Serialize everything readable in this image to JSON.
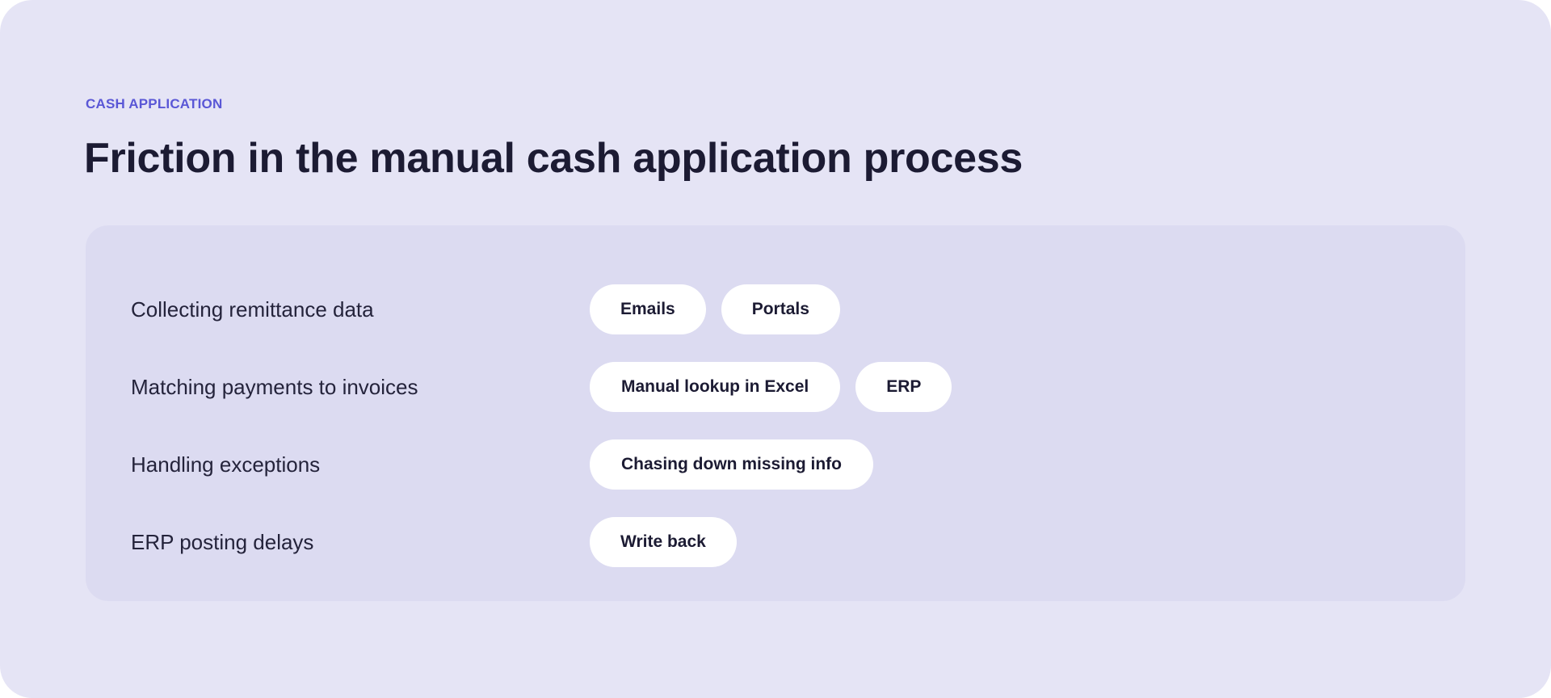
{
  "header": {
    "eyebrow": "CASH APPLICATION",
    "title": "Friction in the manual cash application process"
  },
  "rows": [
    {
      "label": "Collecting remittance data",
      "chips": [
        "Emails",
        "Portals"
      ]
    },
    {
      "label": "Matching payments to invoices",
      "chips": [
        "Manual lookup in Excel",
        "ERP"
      ]
    },
    {
      "label": "Handling exceptions",
      "chips": [
        "Chasing down missing info"
      ]
    },
    {
      "label": "ERP posting delays",
      "chips": [
        "Write back"
      ]
    }
  ],
  "colors": {
    "background": "#e5e4f5",
    "panel": "#dcdbf1",
    "accent": "#5a57d6",
    "text": "#1c1b33",
    "chip": "#ffffff"
  }
}
